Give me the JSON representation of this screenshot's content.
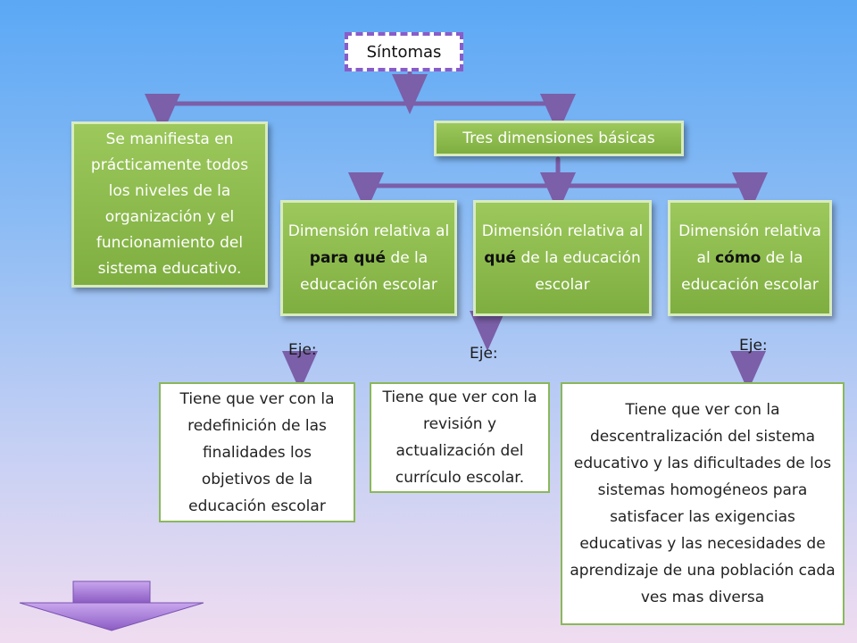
{
  "root": {
    "label": "Síntomas"
  },
  "left_box": {
    "text": "Se manifiesta en prácticamente todos los niveles de la organización y el funcionamiento del sistema educativo."
  },
  "mid_box": {
    "text": "Tres dimensiones básicas"
  },
  "dimensions": [
    {
      "pre": "Dimensión relativa al ",
      "bold": "para qué",
      "post": " de la educación escolar",
      "eje": "Eje:",
      "desc": "Tiene que ver con la redefinición de las finalidades los objetivos de la educación escolar"
    },
    {
      "pre": "Dimensión relativa al ",
      "bold": "qué",
      "post": " de la educación escolar",
      "eje": "Eje:",
      "desc": "Tiene que ver con la revisión y actualización del currículo escolar."
    },
    {
      "pre": "Dimensión relativa al ",
      "bold": "cómo",
      "post": " de la educación escolar",
      "eje": "Eje:",
      "desc": "Tiene que ver con la descentralización del sistema educativo y las dificultades de los sistemas homogéneos para satisfacer las exigencias educativas y las necesidades de aprendizaje de una población cada ves mas diversa"
    }
  ],
  "colors": {
    "connector": "#7b5fa8",
    "box_fill": "#8bbb4c",
    "box_border": "#8ab85a",
    "nav_arrow": "#9a6cc8"
  },
  "nav": {
    "icon": "down-arrow-icon"
  }
}
